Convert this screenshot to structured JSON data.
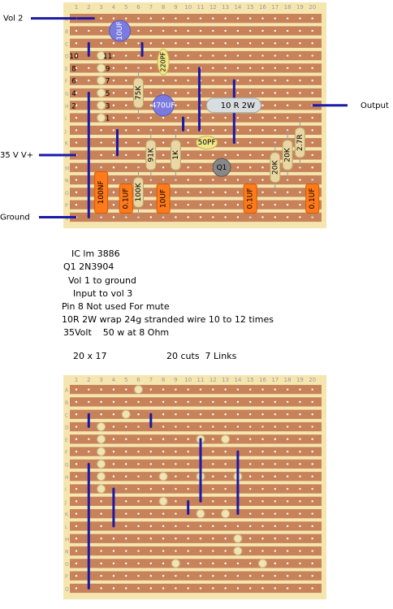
{
  "top_board": {
    "col_numbers": [
      "1",
      "2",
      "3",
      "4",
      "5",
      "6",
      "7",
      "8",
      "9",
      "10",
      "11",
      "12",
      "13",
      "14",
      "15",
      "16",
      "17",
      "18",
      "19",
      "20"
    ],
    "row_letters": [
      "A",
      "B",
      "C",
      "D",
      "E",
      "F",
      "G",
      "H",
      "I",
      "J",
      "K",
      "L",
      "M",
      "N",
      "O",
      "P",
      "Q"
    ],
    "pin_labels": [
      {
        "text": "10",
        "col": 1,
        "row": 4
      },
      {
        "text": "11",
        "col": 3,
        "row": 4
      },
      {
        "text": "8",
        "col": 1,
        "row": 5
      },
      {
        "text": "9",
        "col": 3,
        "row": 5
      },
      {
        "text": "6",
        "col": 1,
        "row": 6
      },
      {
        "text": "7",
        "col": 3,
        "row": 6
      },
      {
        "text": "4",
        "col": 1,
        "row": 7
      },
      {
        "text": "5",
        "col": 3,
        "row": 7
      },
      {
        "text": "2",
        "col": 1,
        "row": 8
      },
      {
        "text": "3",
        "col": 3,
        "row": 8
      },
      {
        "text": "1",
        "col": 3,
        "row": 9
      }
    ],
    "external_labels": {
      "vol2": "Vol 2",
      "vplus": "35 V V+",
      "ground": "Ground",
      "output": "Output"
    },
    "components": {
      "cap_10uf": "10UF",
      "cap_220pf": "220PF",
      "res_75k": "75K",
      "cap_470uf": "470UF",
      "res_10r": "10 R 2W",
      "cap_50pf": "50PF",
      "res_91k": "91K",
      "res_1k": "1K",
      "q1": "Q1",
      "res_20k_a": "20K",
      "res_20k_b": "20K",
      "res_2_7r": "2.7R",
      "cap_100nf": "100NF",
      "cap_0_1uf_a": "0.1UF",
      "res_100k": "100K",
      "cap_10uf_b": "10UF",
      "cap_0_1uf_b": "0.1UF",
      "cap_0_1uf_c": "0.1UF"
    }
  },
  "notes": {
    "line1": "IC lm 3886",
    "line2": "Q1 2N3904",
    "line3": "Vol 1 to ground",
    "line4": "Input to vol 3",
    "line5": "Pin 8 Not used For mute",
    "line6": "10R 2W wrap 24g stranded wire 10 to 12 times",
    "line7": "35Volt    50 w at 8 Ohm",
    "size": "20 x 17",
    "cuts": "20 cuts  7 Links"
  },
  "bottom_board": {
    "col_numbers": [
      "1",
      "2",
      "3",
      "4",
      "5",
      "6",
      "7",
      "8",
      "9",
      "10",
      "11",
      "12",
      "13",
      "14",
      "15",
      "16",
      "17",
      "18",
      "19",
      "20"
    ],
    "row_letters": [
      "A",
      "B",
      "C",
      "D",
      "E",
      "F",
      "G",
      "H",
      "I",
      "J",
      "K",
      "L",
      "M",
      "N",
      "O",
      "P",
      "Q"
    ]
  },
  "colors": {
    "board": "#f5e6b0",
    "strip": "#c8825a",
    "hole": "#ffffff",
    "link": "#1a1aa8",
    "cut": "#f6efcf",
    "cap_orange": "#ff7a1a",
    "cap_blue": "#7a7ae0",
    "resistor": "#e9d6a2",
    "cap_yellow": "#f2e68a",
    "transistor": "#888888"
  }
}
